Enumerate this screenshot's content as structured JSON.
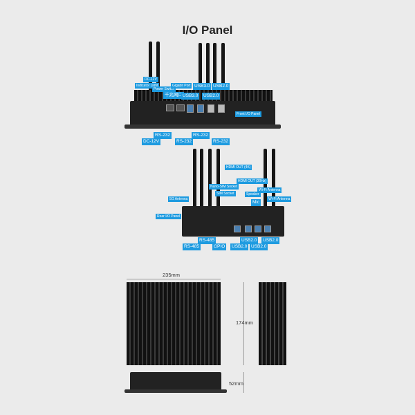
{
  "title": "I/O Panel",
  "front_panel": {
    "labels": [
      "DC-12V",
      "Indicator Light",
      "Power Switch",
      "Gigabit Port",
      "千兆网口",
      "USB3.0",
      "USB2.0",
      "USB3.0",
      "USB2.0",
      "Front I/O Panel",
      "RS-232",
      "RS-232",
      "RS-232",
      "RS-232",
      "DC-12V"
    ]
  },
  "rear_panel": {
    "labels": [
      "HDMI OUT (4K)",
      "HDMI OUT (30Hz)",
      "Nano-SIM Socket",
      "SIM Socket",
      "5G Antenna",
      "Speaker",
      "Mic",
      "Wi-Fi Antenna",
      "Wi-Fi Antenna",
      "Rear I/O Panel",
      "RS-485",
      "RS-485",
      "GPIO",
      "USB2.0",
      "USB2.0",
      "USB2.0",
      "USB2.0"
    ]
  },
  "dimensions": {
    "width": "235mm",
    "depth": "174mm",
    "height": "52mm"
  },
  "colors": {
    "label": "#1e9be0",
    "background": "#ebebeb"
  }
}
